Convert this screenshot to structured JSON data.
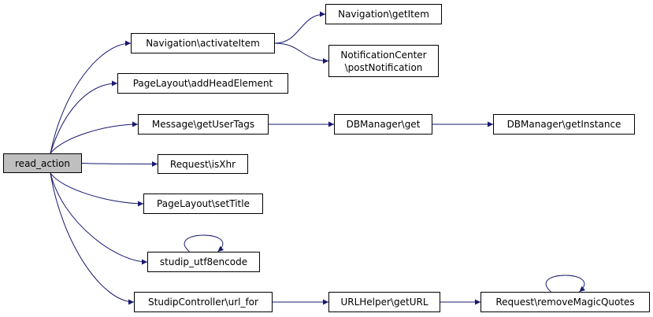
{
  "graph": {
    "root": {
      "id": "read_action",
      "label": "read_action"
    },
    "nodes": [
      {
        "id": "nav_activate",
        "label": "Navigation\\activateItem"
      },
      {
        "id": "nav_getitem",
        "label": "Navigation\\getItem"
      },
      {
        "id": "notif_post",
        "label": "NotificationCenter\n\\postNotification"
      },
      {
        "id": "pagelayout_addhead",
        "label": "PageLayout\\addHeadElement"
      },
      {
        "id": "message_getusertags",
        "label": "Message\\getUserTags"
      },
      {
        "id": "dbmanager_get",
        "label": "DBManager\\get"
      },
      {
        "id": "dbmanager_getinstance",
        "label": "DBManager\\getInstance"
      },
      {
        "id": "request_isxhr",
        "label": "Request\\isXhr"
      },
      {
        "id": "pagelayout_settitle",
        "label": "PageLayout\\setTitle"
      },
      {
        "id": "studip_utf8encode",
        "label": "studip_utf8encode"
      },
      {
        "id": "controller_url_for",
        "label": "StudipController\\url_for"
      },
      {
        "id": "urlhelper_geturl",
        "label": "URLHelper\\getURL"
      },
      {
        "id": "request_removemagicquotes",
        "label": "Request\\removeMagicQuotes"
      }
    ],
    "edges": [
      [
        "read_action",
        "nav_activate"
      ],
      [
        "read_action",
        "pagelayout_addhead"
      ],
      [
        "read_action",
        "message_getusertags"
      ],
      [
        "read_action",
        "request_isxhr"
      ],
      [
        "read_action",
        "pagelayout_settitle"
      ],
      [
        "read_action",
        "studip_utf8encode"
      ],
      [
        "read_action",
        "controller_url_for"
      ],
      [
        "nav_activate",
        "nav_getitem"
      ],
      [
        "nav_activate",
        "notif_post"
      ],
      [
        "message_getusertags",
        "dbmanager_get"
      ],
      [
        "dbmanager_get",
        "dbmanager_getinstance"
      ],
      [
        "studip_utf8encode",
        "studip_utf8encode"
      ],
      [
        "controller_url_for",
        "urlhelper_geturl"
      ],
      [
        "urlhelper_geturl",
        "request_removemagicquotes"
      ],
      [
        "request_removemagicquotes",
        "request_removemagicquotes"
      ]
    ]
  },
  "colors": {
    "edge": "#191970",
    "root_fill": "#bfbfbf",
    "node_border": "#000000"
  }
}
